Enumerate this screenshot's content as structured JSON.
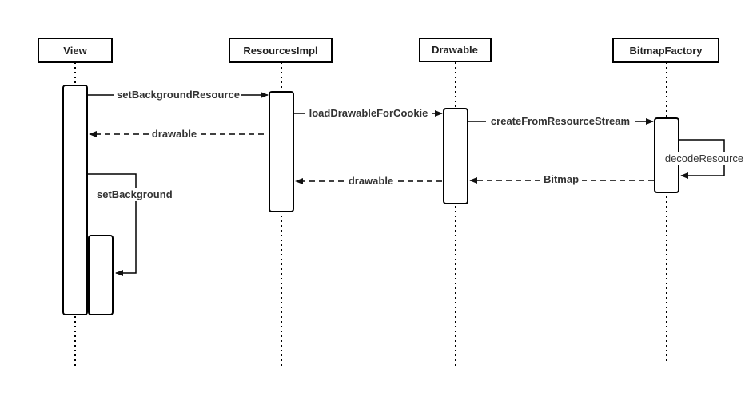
{
  "participants": {
    "view": "View",
    "resources_impl": "ResourcesImpl",
    "drawable": "Drawable",
    "bitmap_factory": "BitmapFactory"
  },
  "messages": {
    "set_background_resource": "setBackgroundResource",
    "drawable_return_1": "drawable",
    "set_background": "setBackground",
    "load_drawable_for_cookie": "loadDrawableForCookie",
    "drawable_return_2": "drawable",
    "create_from_resource_stream": "createFromResourceStream",
    "bitmap_return": "Bitmap",
    "decode_resource": "decodeResource"
  },
  "colors": {
    "line": "#000000",
    "text": "#333333",
    "background": "#ffffff"
  }
}
